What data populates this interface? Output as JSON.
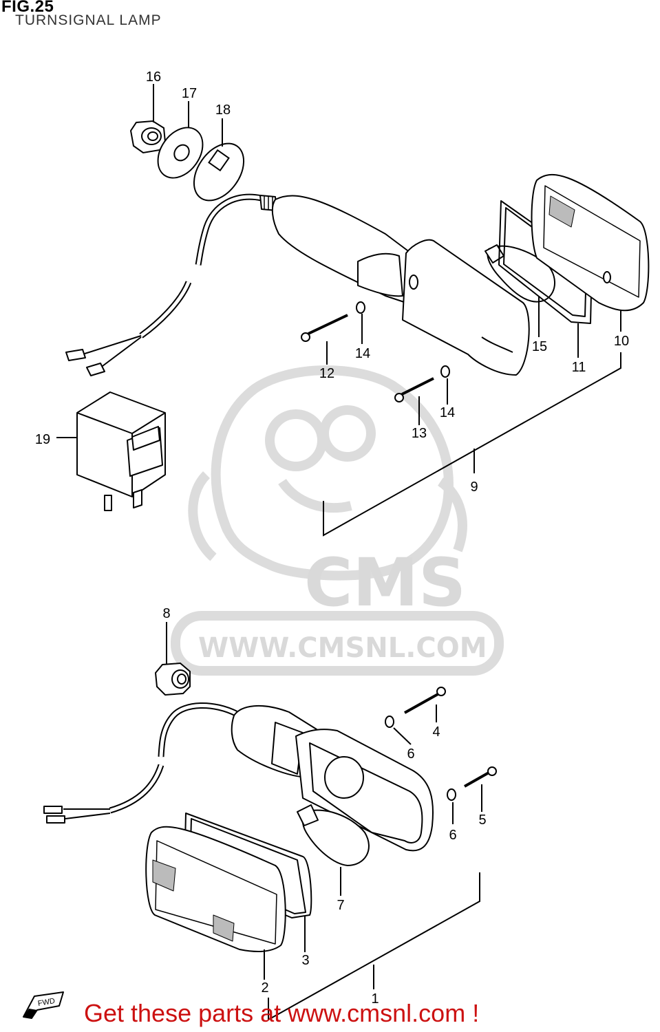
{
  "figure": {
    "number_label": "FIG.25",
    "title": "TURNSIGNAL LAMP"
  },
  "callouts": [
    "1",
    "2",
    "3",
    "4",
    "5",
    "6",
    "6",
    "7",
    "8",
    "9",
    "10",
    "11",
    "12",
    "13",
    "14",
    "14",
    "15",
    "16",
    "17",
    "18",
    "19"
  ],
  "watermark": {
    "brand": "CMS",
    "url": "WWW.CMSNL.COM"
  },
  "direction_badge": "FWD",
  "footer_link": "Get these parts at www.cmsnl.com !",
  "colors": {
    "line": "#000000",
    "watermark": "#d9d9d9",
    "footer_text": "#cc1111"
  }
}
